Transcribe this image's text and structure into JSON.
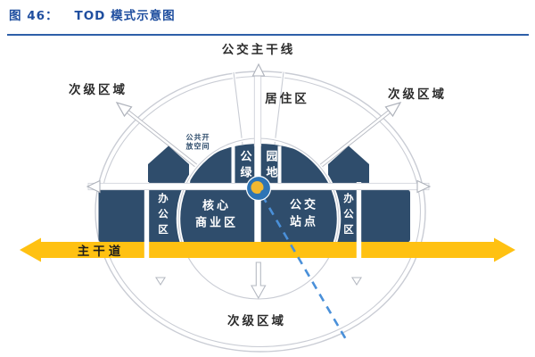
{
  "header": {
    "figure_label": "图 46：",
    "title": "TOD 模式示意图"
  },
  "diagram": {
    "labels": {
      "transit_trunk_line": "公交主干线",
      "secondary_area_nw": "次级区域",
      "secondary_area_ne": "次级区域",
      "secondary_area_s": "次级区域",
      "residential_area": "居住区",
      "open_space_line1": "公共开",
      "open_space_line2": "放空间",
      "park_green_col_left": "公绿",
      "park_green_col_right": "园地",
      "core_business_line1": "核心",
      "core_business_line2": "商业区",
      "transit_station_line1": "公交",
      "transit_station_line2": "站点",
      "office_left": "办公区",
      "office_right": "办公区",
      "main_road": "主干道"
    },
    "colors": {
      "block_navy": "#2f4d6c",
      "road_yellow": "#ffc112",
      "title_blue": "#1f4e9f",
      "rule_blue": "#2e5fa8",
      "line_gray": "#c9ccd4",
      "station_blue": "#2e74b5",
      "station_yellow": "#f2b830",
      "dashed_blue": "#4a90d9"
    }
  }
}
